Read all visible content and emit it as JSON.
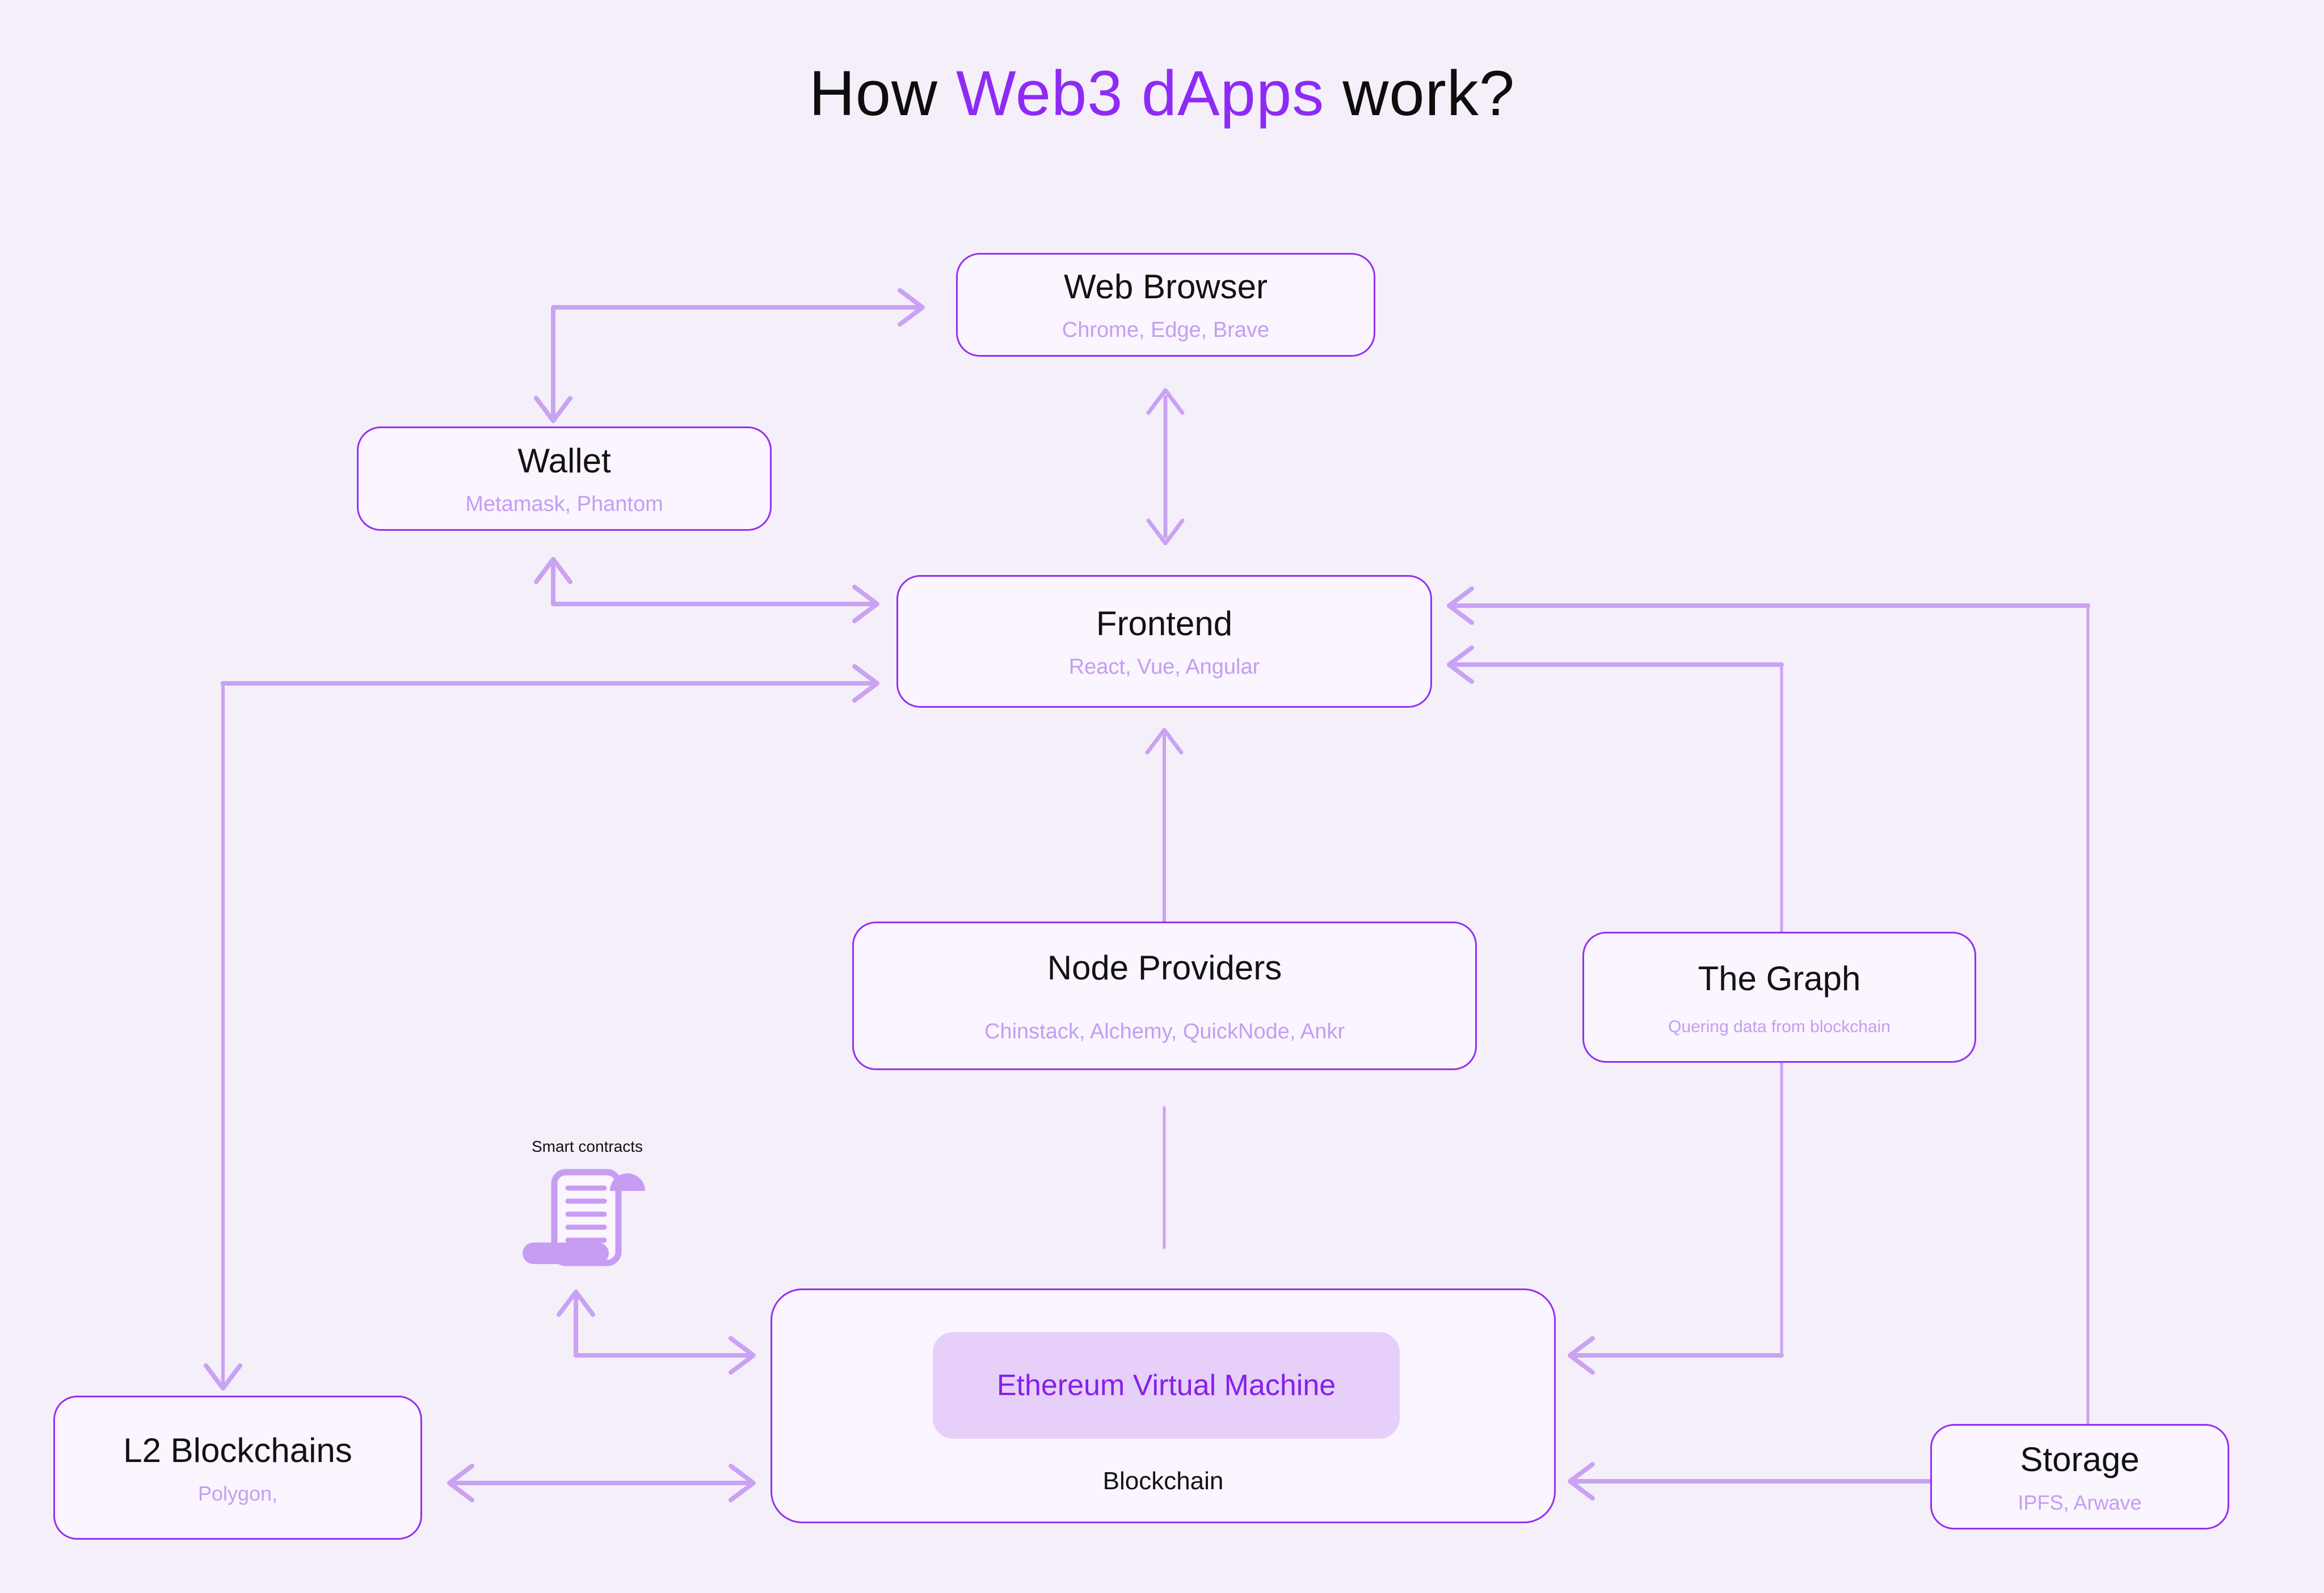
{
  "title": {
    "prefix": "How ",
    "highlight": "Web3 dApps",
    "suffix": " work?"
  },
  "nodes": {
    "web_browser": {
      "title": "Web Browser",
      "subtitle": "Chrome, Edge, Brave"
    },
    "wallet": {
      "title": "Wallet",
      "subtitle": "Metamask, Phantom"
    },
    "frontend": {
      "title": "Frontend",
      "subtitle": "React, Vue, Angular"
    },
    "node_providers": {
      "title": "Node Providers",
      "subtitle": "Chinstack, Alchemy, QuickNode, Ankr"
    },
    "the_graph": {
      "title": "The Graph",
      "subtitle": "Quering data from blockchain"
    },
    "l2_blockchains": {
      "title": "L2 Blockchains",
      "subtitle": "Polygon,"
    },
    "blockchain": {
      "title": "Blockchain",
      "evm_label": "Ethereum Virtual Machine"
    },
    "storage": {
      "title": "Storage",
      "subtitle": "IPFS, Arwave"
    },
    "smart_contracts": {
      "label": "Smart contracts"
    }
  },
  "edges": [
    {
      "id": "wallet-web-browser",
      "from": "wallet",
      "to": "web_browser",
      "arrows": "both"
    },
    {
      "id": "web-browser-frontend",
      "from": "web_browser",
      "to": "frontend",
      "arrows": "both"
    },
    {
      "id": "wallet-frontend",
      "from": "wallet",
      "to": "frontend",
      "arrows": "both"
    },
    {
      "id": "l2-frontend",
      "from": "l2_blockchains",
      "to": "frontend",
      "arrows": "both"
    },
    {
      "id": "node-providers-frontend",
      "from": "node_providers",
      "to": "frontend",
      "arrows": "to"
    },
    {
      "id": "node-providers-blockchain",
      "from": "node_providers",
      "to": "blockchain",
      "arrows": "none"
    },
    {
      "id": "the-graph-frontend",
      "from": "the_graph",
      "to": "frontend",
      "arrows": "to"
    },
    {
      "id": "the-graph-blockchain",
      "from": "the_graph",
      "to": "blockchain",
      "arrows": "to"
    },
    {
      "id": "storage-frontend",
      "from": "storage",
      "to": "frontend",
      "arrows": "to"
    },
    {
      "id": "storage-blockchain",
      "from": "storage",
      "to": "blockchain",
      "arrows": "to"
    },
    {
      "id": "l2-blockchain",
      "from": "l2_blockchains",
      "to": "blockchain",
      "arrows": "both"
    },
    {
      "id": "blockchain-smart-contracts",
      "from": "blockchain",
      "to": "smart_contracts",
      "arrows": "both"
    }
  ],
  "colors": {
    "background": "#F5EFFA",
    "node_fill": "#FAF5FE",
    "node_border": "#9430EF",
    "accent_purple": "#8D2BF5",
    "light_purple_text": "#C49DF2",
    "arrow": "#C9A2F3",
    "evm_fill": "#E6CFF9",
    "evm_text": "#8520EA",
    "black_text": "#121212"
  }
}
